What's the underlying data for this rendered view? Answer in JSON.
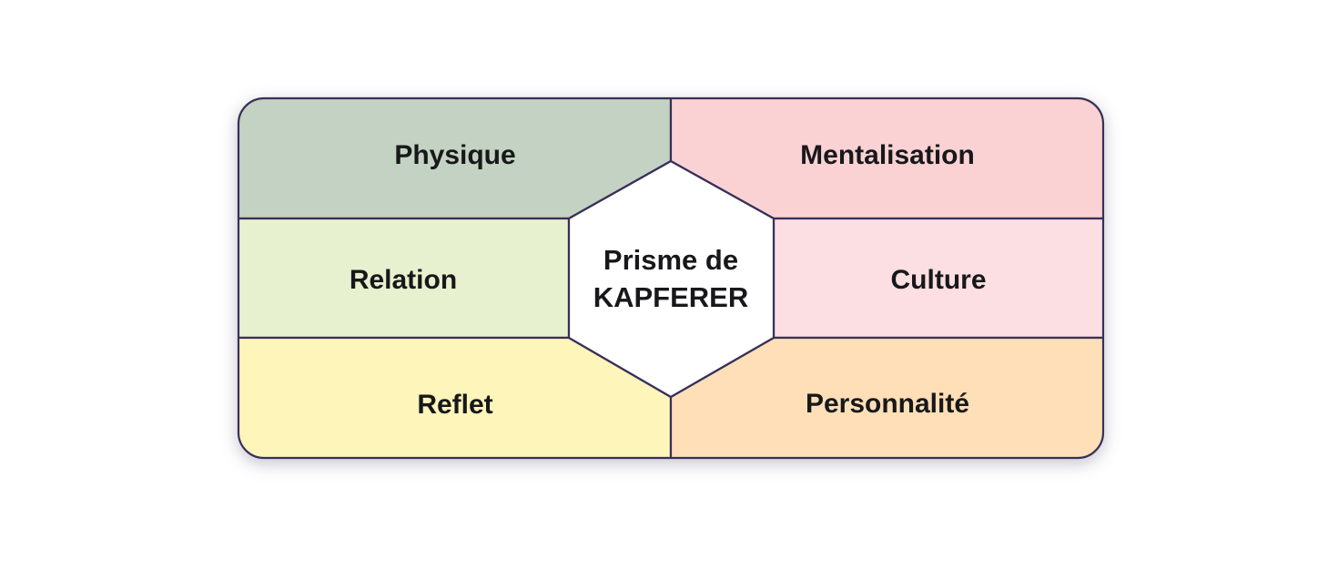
{
  "diagram": {
    "title": "Prisme de KAPFERER",
    "center": {
      "line1": "Prisme de",
      "line2": "KAPFERER",
      "fill": "#ffffff"
    },
    "sections": [
      {
        "id": "physique",
        "label": "Physique",
        "color": "#c3d2c2",
        "position": "top-left"
      },
      {
        "id": "mentalisation",
        "label": "Mentalisation",
        "color": "#fbd2d4",
        "position": "top-right"
      },
      {
        "id": "relation",
        "label": "Relation",
        "color": "#e7f1cf",
        "position": "middle-left"
      },
      {
        "id": "culture",
        "label": "Culture",
        "color": "#fbdfe2",
        "position": "middle-right"
      },
      {
        "id": "reflet",
        "label": "Reflet",
        "color": "#fdf5ba",
        "position": "bottom-left"
      },
      {
        "id": "personnalite",
        "label": "Personnalité",
        "color": "#fedfb7",
        "position": "bottom-right"
      }
    ],
    "colors": {
      "border": "#38305a",
      "text": "#18181b",
      "background": "#ffffff"
    }
  }
}
